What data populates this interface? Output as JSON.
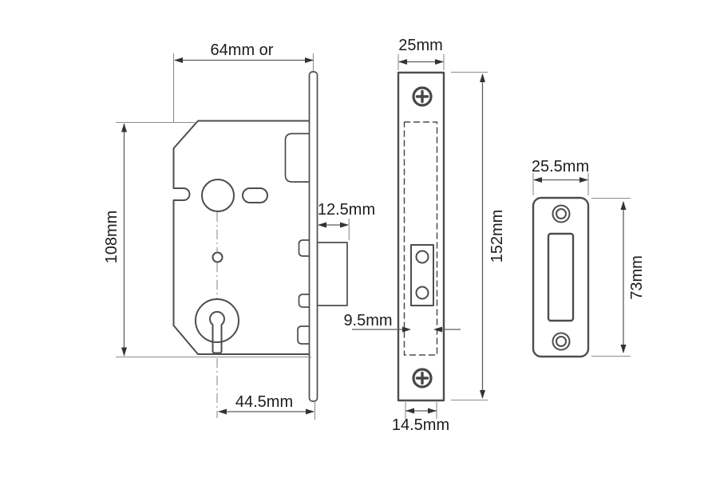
{
  "labels": {
    "case_depth": "64mm or",
    "case_height": "108mm",
    "bolt_throw": "12.5mm",
    "backset": "44.5mm",
    "forend_width": "25mm",
    "forend_height": "152mm",
    "bolt_width": "9.5mm",
    "inner_forend_width": "14.5mm",
    "strike_width": "25.5mm",
    "strike_height": "73mm"
  },
  "colors": {
    "outline": "#4d4d4d",
    "dimension_line": "#5e5e5e",
    "extension_line": "#8c8c8c",
    "text": "#1c1c1c",
    "background": "#ffffff"
  }
}
